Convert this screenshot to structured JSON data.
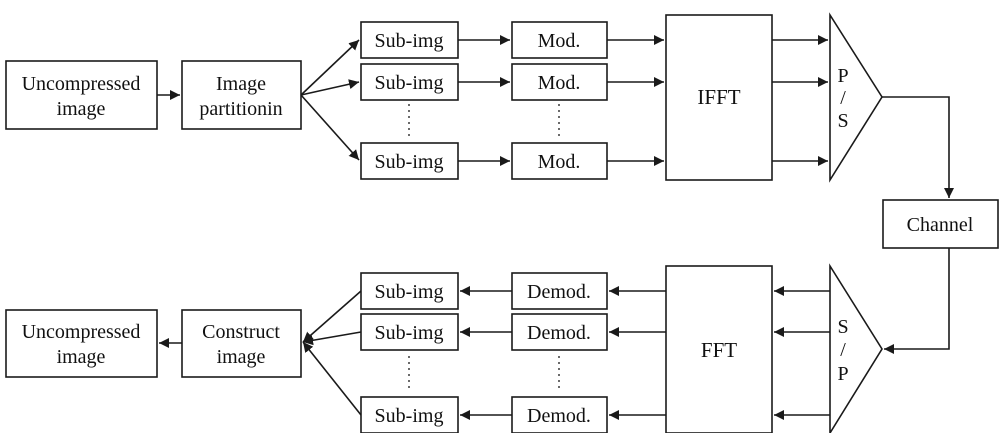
{
  "transmitter": {
    "source": {
      "line1": "Uncompressed",
      "line2": "image"
    },
    "partition": {
      "line1": "Image",
      "line2": "partitionin"
    },
    "subimg_label": "Sub-img",
    "mod_label": "Mod.",
    "ifft_label": "IFFT",
    "ps": {
      "top": "P",
      "mid": "/",
      "bot": "S"
    }
  },
  "channel": {
    "label": "Channel"
  },
  "receiver": {
    "sp": {
      "top": "S",
      "mid": "/",
      "bot": "P"
    },
    "fft_label": "FFT",
    "demod_label": "Demod.",
    "subimg_label": "Sub-img",
    "construct": {
      "line1": "Construct",
      "line2": "image"
    },
    "sink": {
      "line1": "Uncompressed",
      "line2": "image"
    }
  }
}
